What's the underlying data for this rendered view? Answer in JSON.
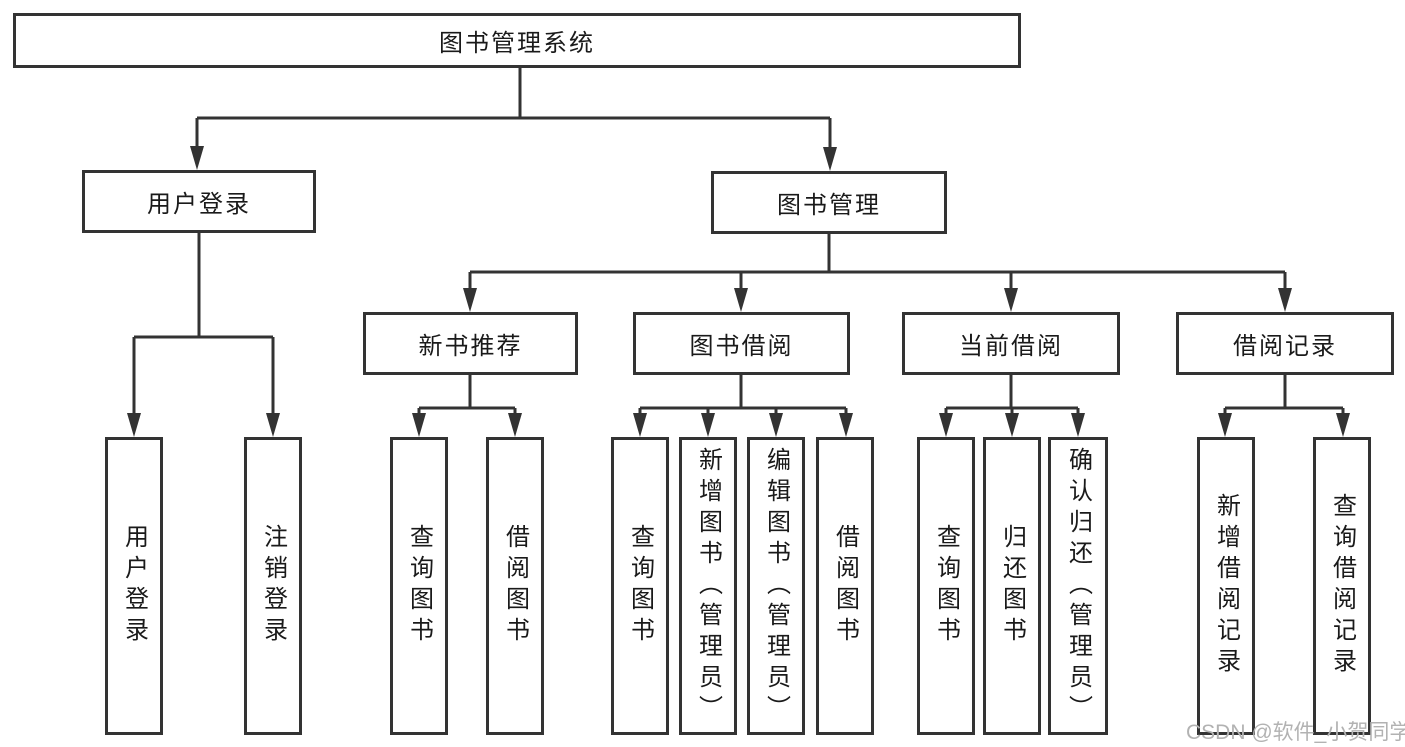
{
  "nodes": {
    "root": "图书管理系统",
    "user_login": "用户登录",
    "book_mgmt": "图书管理",
    "new_books": "新书推荐",
    "book_borrow": "图书借阅",
    "current_borrow": "当前借阅",
    "borrow_record": "借阅记录",
    "leaf_user_login": "用户登录",
    "leaf_logout": "注销登录",
    "leaf_nb_query": "查询图书",
    "leaf_nb_borrow": "借阅图书",
    "leaf_bb_query": "查询图书",
    "leaf_bb_add": "新增图书（管理员）",
    "leaf_bb_edit": "编辑图书（管理员）",
    "leaf_bb_borrow": "借阅图书",
    "leaf_cb_query": "查询图书",
    "leaf_cb_return": "归还图书",
    "leaf_cb_confirm": "确认归还（管理员）",
    "leaf_br_add": "新增借阅记录",
    "leaf_br_query": "查询借阅记录"
  },
  "watermark": "CSDN @软件_小贺同学",
  "colors": {
    "line": "#333333",
    "text": "#1a1a1a",
    "watermark": "#b2b2b2",
    "background": "#ffffff"
  }
}
